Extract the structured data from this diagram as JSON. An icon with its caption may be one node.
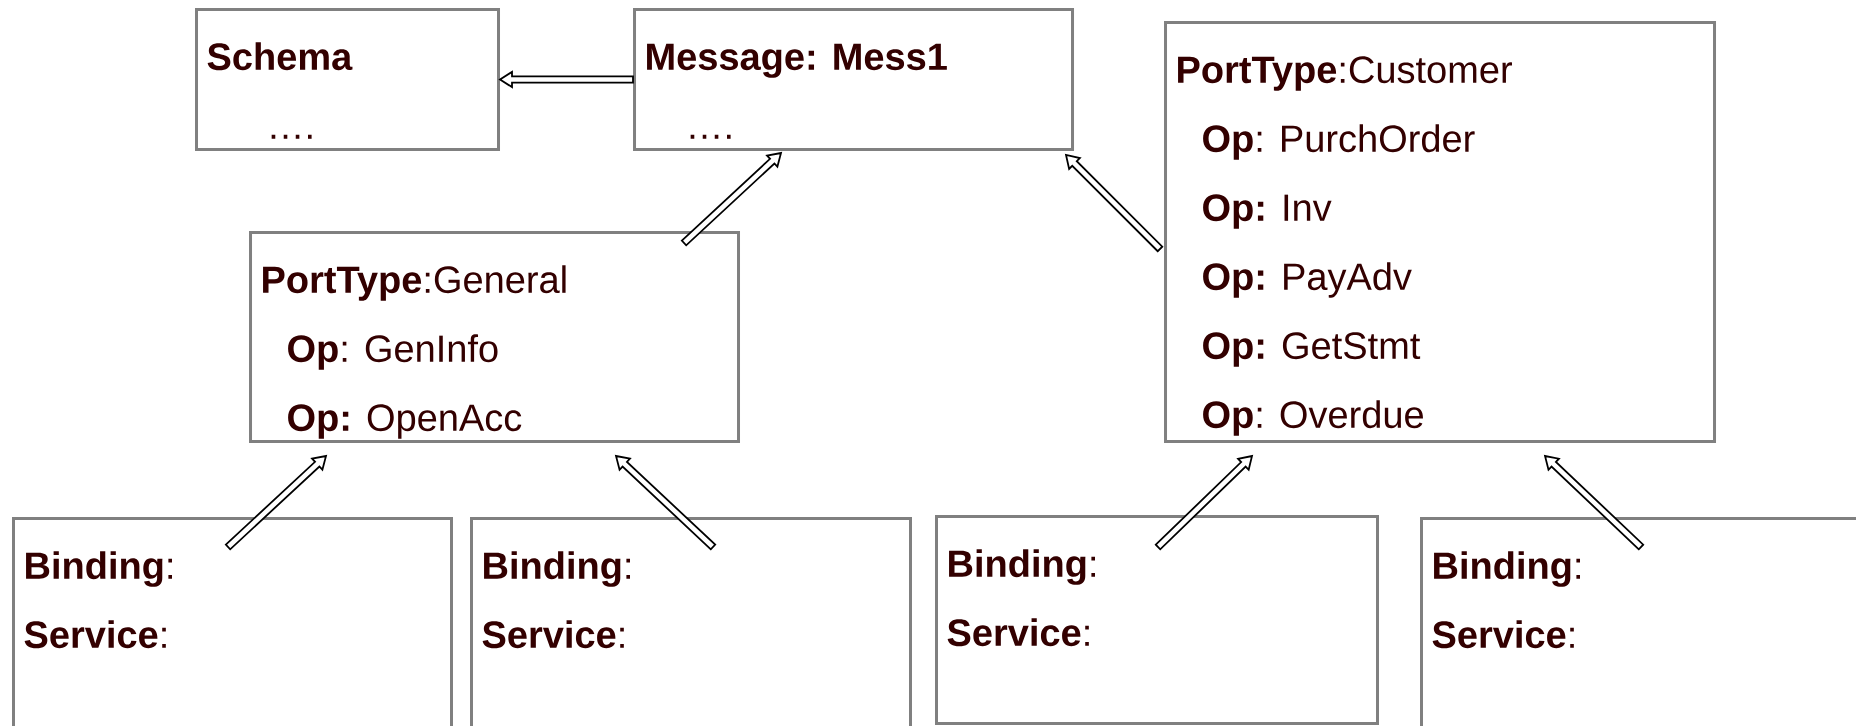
{
  "diagram": {
    "nodes": [
      {
        "text": [
          "Schema",
          "…."
        ]
      },
      {
        "text": [
          "Message: Mess1",
          "…."
        ]
      },
      {
        "text": [
          "**PortType**:General",
          "**Op**: GenInfo",
          "**Op:** OpenAcc"
        ]
      },
      {
        "text": [
          "**PortType**:Customer",
          "**Op**: PurchOrder",
          "**Op:** Inv",
          "**Op:** PayAdv",
          "**Op:** GetStmt",
          "**Op**: Overdue"
        ]
      },
      {
        "text": [
          "**Binding**:",
          "**Service**:"
        ]
      },
      {
        "text": [
          "**Binding**:",
          "**Service**:"
        ]
      },
      {
        "text": [
          "**Binding**:",
          "**Service**:"
        ]
      },
      {
        "text": [
          "**Binding**:",
          "**Service**:"
        ]
      }
    ],
    "edges": [
      {
        "from": 1,
        "to": 0,
        "arrow": "to"
      },
      {
        "from": 2,
        "to": 1,
        "arrow": "to"
      },
      {
        "from": 3,
        "to": 1,
        "arrow": "to"
      },
      {
        "from": 4,
        "to": 2,
        "arrow": "to"
      },
      {
        "from": 5,
        "to": 2,
        "arrow": "to"
      },
      {
        "from": 6,
        "to": 3,
        "arrow": "to"
      },
      {
        "from": 7,
        "to": 3,
        "arrow": "to"
      }
    ]
  }
}
